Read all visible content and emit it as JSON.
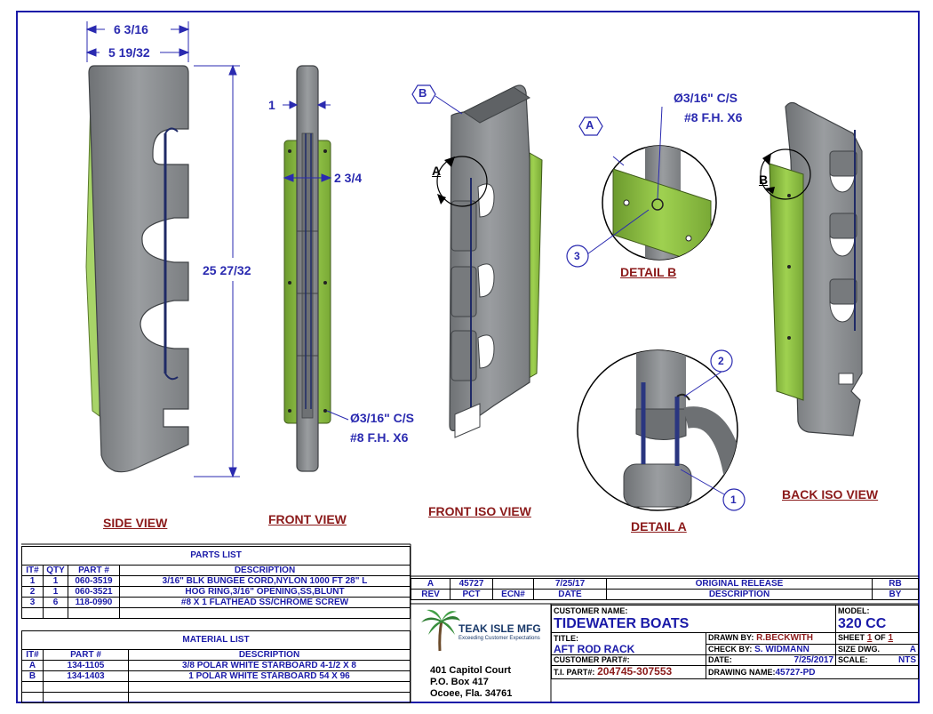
{
  "dimensions": {
    "width_top": "6 3/16",
    "width_lower": "5 19/32",
    "height": "25 27/32",
    "thickness": "1",
    "depth": "2 3/4",
    "hole_front": "Ø3/16\" C/S",
    "hole_front_2": "#8 F.H. X6",
    "hole_detail": "Ø3/16\" C/S",
    "hole_detail_2": "#8 F.H. X6"
  },
  "view_labels": {
    "side": "SIDE VIEW",
    "front": "FRONT VIEW",
    "front_iso": "FRONT ISO VIEW",
    "detail_a": "DETAIL  A",
    "detail_b": "DETAIL  B",
    "back_iso": "BACK ISO VIEW"
  },
  "callouts": {
    "a": "A",
    "b": "B",
    "one": "1",
    "two": "2",
    "three": "3"
  },
  "parts_list": {
    "title": "PARTS LIST",
    "headers": [
      "IT#",
      "QTY",
      "PART #",
      "DESCRIPTION"
    ],
    "rows": [
      [
        "1",
        "1",
        "060-3519",
        "3/16\" BLK BUNGEE CORD,NYLON 1000 FT 28\" L"
      ],
      [
        "2",
        "1",
        "060-3521",
        "HOG RING,3/16\" OPENING,SS,BLUNT"
      ],
      [
        "3",
        "6",
        "118-0990",
        "#8 X 1 FLATHEAD SS/CHROME SCREW"
      ]
    ]
  },
  "material_list": {
    "title": "MATERIAL LIST",
    "headers": [
      "IT#",
      "PART #",
      "DESCRIPTION"
    ],
    "rows": [
      [
        "A",
        "134-1105",
        "3/8 POLAR WHITE STARBOARD 4-1/2 X 8"
      ],
      [
        "B",
        "134-1403",
        "1 POLAR WHITE STARBOARD 54 X 96"
      ]
    ]
  },
  "revision": {
    "row": [
      "A",
      "45727",
      "",
      "7/25/17",
      "ORIGINAL RELEASE",
      "RB"
    ],
    "headers": [
      "REV",
      "PCT",
      "ECN#",
      "DATE",
      "DESCRIPTION",
      "BY"
    ]
  },
  "company": {
    "name": "TEAK ISLE MFG",
    "tagline": "Exceeding Customer Expectations",
    "address1": "401 Capitol Court",
    "address2": "P.O. Box 417",
    "address3": "Ocoee, Fla. 34761"
  },
  "title_block": {
    "customer_name_label": "CUSTOMER NAME:",
    "customer_name": "TIDEWATER BOATS",
    "model_label": "MODEL:",
    "model": "320 CC",
    "title_label": "TITLE:",
    "title": "AFT ROD RACK",
    "drawn_by_label": "DRAWN BY:",
    "drawn_by": "R.BECKWITH",
    "sheet_label": "SHEET",
    "sheet_num": "1",
    "of_label": "OF",
    "sheet_total": "1",
    "check_by_label": "CHECK BY:",
    "check_by": "S. WIDMANN",
    "size_label": "SIZE DWG.",
    "size": "A",
    "customer_part_label": "CUSTOMER PART#:",
    "date_label": "DATE:",
    "date": "7/25/2017",
    "scale_label": "SCALE:",
    "scale": "NTS",
    "ti_part_label": "T.I. PART#:",
    "ti_part": "204745-307553",
    "drawing_name_label": "DRAWING NAME:",
    "drawing_name": "45727-PD"
  },
  "colors": {
    "border": "#1a1aa8",
    "dimension_text": "#2a2ab0",
    "view_label": "#8b1a1a",
    "part_gray": "#8a8d90",
    "starboard_green": "#8fc640"
  }
}
